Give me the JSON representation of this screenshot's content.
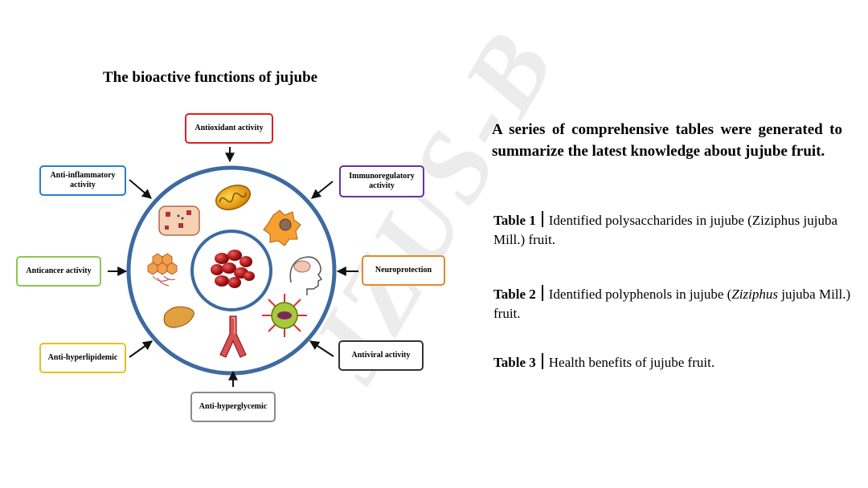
{
  "figure": {
    "title": "The bioactive functions of jujube",
    "functions": [
      {
        "id": "antioxidant",
        "label": "Antioxidant activity",
        "color": "#e02020"
      },
      {
        "id": "immunoregulatory",
        "label": "Immunoregulatory activity",
        "color": "#6a2fa8"
      },
      {
        "id": "neuroprotection",
        "label": "Neuroprotection",
        "color": "#e08a2a"
      },
      {
        "id": "antiviral",
        "label": "Antiviral activity",
        "color": "#333333"
      },
      {
        "id": "antihyperglycemic",
        "label": "Anti-hyperglycemic",
        "color": "#8a8a8a"
      },
      {
        "id": "antihyperlipidemic",
        "label": "Anti-hyperlipidemic",
        "color": "#e8c020"
      },
      {
        "id": "anticancer",
        "label": "Anticancer activity",
        "color": "#8cc850"
      },
      {
        "id": "antiinflammatory",
        "label": "Anti-inflammatory activity",
        "color": "#2a7fc8"
      }
    ],
    "ring_color": "#3d6aa0",
    "watermark": "JZUS-B"
  },
  "summary": "A series of comprehensive tables were generated to summarize the latest knowledge about jujube fruit.",
  "tables": [
    {
      "label": "Table 1",
      "pre": "Identified polysaccharides in jujube (Ziziphus jujuba Mill.) fruit.",
      "ital": "",
      "post": ""
    },
    {
      "label": "Table 2",
      "pre": "Identified polyphenols in jujube (",
      "ital": "Ziziphus",
      "post": " jujuba Mill.) fruit."
    },
    {
      "label": "Table 3",
      "pre": "Health benefits of jujube fruit.",
      "ital": "",
      "post": ""
    }
  ]
}
